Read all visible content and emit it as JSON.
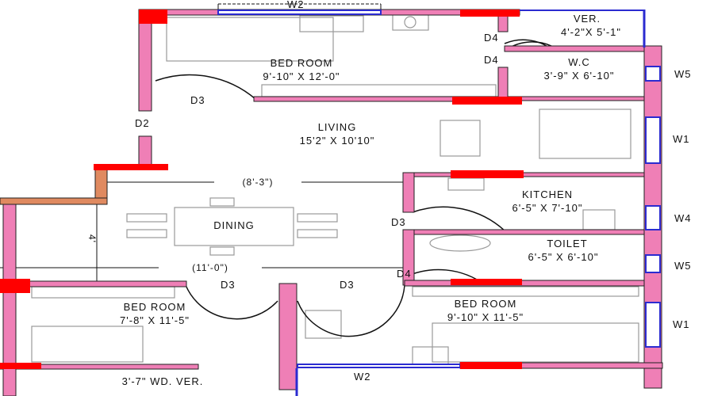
{
  "rooms": {
    "bedroom_top": {
      "name": "BED ROOM",
      "size": "9'-10\" X 12'-0\""
    },
    "verandah_top": {
      "name": "VER.",
      "size": "4'-2\"X 5'-1\""
    },
    "wc": {
      "name": "W.C",
      "size": "3'-9\" X 6'-10\""
    },
    "living": {
      "name": "LIVING",
      "size": "15'2\" X 10'10\""
    },
    "kitchen": {
      "name": "KITCHEN",
      "size": "6'-5\" X 7'-10\""
    },
    "dining": {
      "name": "DINING"
    },
    "toilet": {
      "name": "TOILET",
      "size": "6'-5\" X 6'-10\""
    },
    "bedroom_left": {
      "name": "BED ROOM",
      "size": "7'-8\" X 11'-5\""
    },
    "bedroom_right": {
      "name": "BED ROOM",
      "size": "9'-10\" X 11'-5\""
    },
    "verandah_bottom": {
      "name": "3'-7\" WD. VER."
    }
  },
  "doors": {
    "d2": "D2",
    "d3": "D3",
    "d4": "D4"
  },
  "windows": {
    "w1": "W1",
    "w2": "W2",
    "w4": "W4",
    "w5": "W5"
  },
  "dimensions": {
    "dining_width": "(8'-3\")",
    "passage_width": "(11'-0\")",
    "short": "4'"
  },
  "colors": {
    "wall": "#ef7fb6",
    "column": "#ff0000",
    "window": "#2b2bd0",
    "external_wall": "#e08a60"
  }
}
